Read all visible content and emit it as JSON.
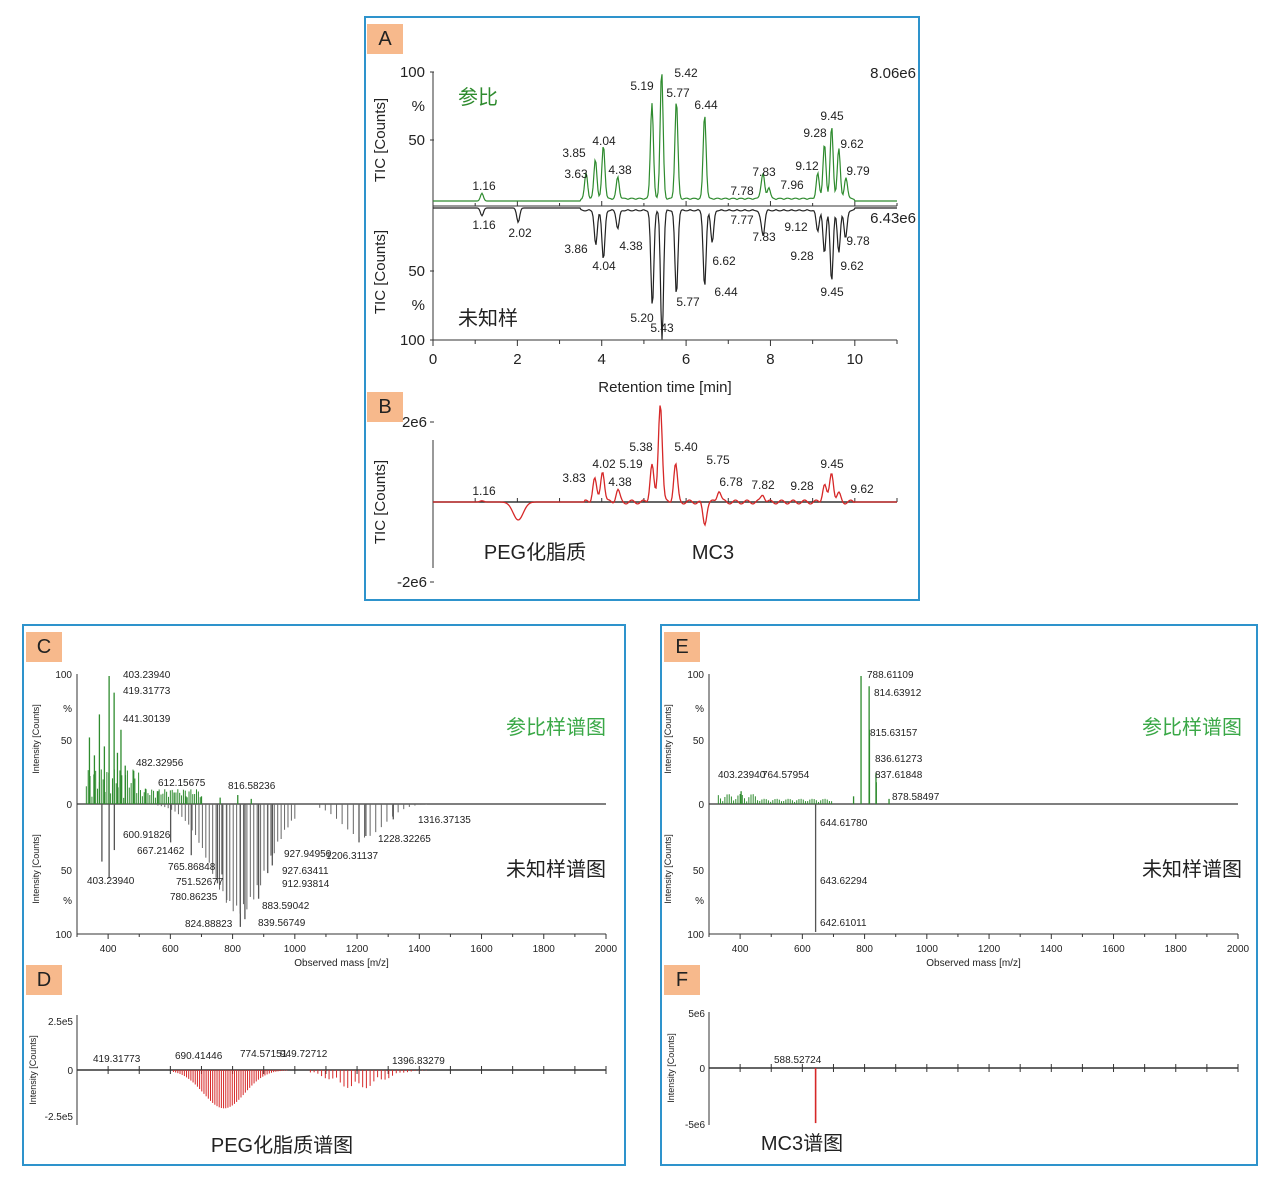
{
  "panel_labels": {
    "A": "A",
    "B": "B",
    "C": "C",
    "D": "D",
    "E": "E",
    "F": "F"
  },
  "colors": {
    "reference": "#2e8b2e",
    "sample": "#222222",
    "difference": "#d62828",
    "frame": "#2e93cc",
    "label_bg": "#f7b98c",
    "reference_text": "#3aa847"
  },
  "chart_data": [
    {
      "id": "A",
      "type": "line",
      "mirror": true,
      "xlabel": "Retention time [min]",
      "xlim": [
        0,
        11
      ],
      "xticks": [
        "0",
        "2",
        "4",
        "6",
        "8",
        "10"
      ],
      "ylabel_top": "TIC [Counts]",
      "ylabel_bottom": "TIC [Counts]",
      "yticks_top": [
        "100",
        "%",
        "50"
      ],
      "yticks_bottom": [
        "50",
        "%",
        "100"
      ],
      "series_top": {
        "name": "参比",
        "max_label": "8.06e6",
        "peaks": [
          [
            1.16,
            6
          ],
          [
            3.63,
            20
          ],
          [
            3.85,
            31
          ],
          [
            4.04,
            42
          ],
          [
            4.38,
            17
          ],
          [
            5.19,
            75
          ],
          [
            5.42,
            100
          ],
          [
            5.77,
            77
          ],
          [
            6.44,
            66
          ],
          [
            7.78,
            6
          ],
          [
            7.83,
            17
          ],
          [
            7.96,
            9
          ],
          [
            9.12,
            20
          ],
          [
            9.28,
            43
          ],
          [
            9.45,
            57
          ],
          [
            9.62,
            40
          ],
          [
            9.79,
            17
          ]
        ]
      },
      "series_bottom": {
        "name": "未知样",
        "max_label": "6.43e6",
        "peaks": [
          [
            1.16,
            6
          ],
          [
            2.02,
            11
          ],
          [
            3.86,
            27
          ],
          [
            4.04,
            38
          ],
          [
            4.38,
            14
          ],
          [
            5.2,
            74
          ],
          [
            5.43,
            99
          ],
          [
            5.77,
            65
          ],
          [
            6.44,
            59
          ],
          [
            6.62,
            25
          ],
          [
            7.77,
            5
          ],
          [
            7.83,
            18
          ],
          [
            9.12,
            16
          ],
          [
            9.28,
            33
          ],
          [
            9.45,
            55
          ],
          [
            9.62,
            33
          ],
          [
            9.78,
            22
          ]
        ]
      }
    },
    {
      "id": "B",
      "type": "line",
      "title": "",
      "ylabel": "TIC [Counts]",
      "yticks": [
        "2e6",
        "-2e6"
      ],
      "xlim": [
        0,
        11
      ],
      "annotations": [
        "PEG化脂质",
        "MC3"
      ],
      "peaks": [
        [
          1.16,
          0.03
        ],
        [
          2.02,
          -0.45
        ],
        [
          3.83,
          0.6
        ],
        [
          4.02,
          0.8
        ],
        [
          4.38,
          0.3
        ],
        [
          5.19,
          0.95
        ],
        [
          5.38,
          1.45
        ],
        [
          5.4,
          1.1
        ],
        [
          5.75,
          0.95
        ],
        [
          6.44,
          -0.55
        ],
        [
          6.78,
          0.3
        ],
        [
          7.82,
          0.2
        ],
        [
          9.28,
          0.45
        ],
        [
          9.45,
          0.75
        ],
        [
          9.62,
          0.2
        ]
      ]
    },
    {
      "id": "C",
      "type": "bar",
      "mirror": true,
      "xlabel": "Observed mass [m/z]",
      "xlim": [
        300,
        2000
      ],
      "xticks": [
        "400",
        "600",
        "800",
        "1000",
        "1200",
        "1400",
        "1600",
        "1800",
        "2000"
      ],
      "ylabel": "Intensity [Counts]",
      "yticks_top": [
        "100",
        "%",
        "50",
        "0"
      ],
      "yticks_bottom": [
        "50",
        "%",
        "100"
      ],
      "legend_top": "参比样谱图",
      "legend_bottom": "未知样谱图",
      "top_labels": [
        "403.23940",
        "419.31773",
        "441.30139",
        "482.32956",
        "612.15675",
        "816.58236"
      ],
      "top_peaks": [
        [
          403.2,
          100
        ],
        [
          419.3,
          87
        ],
        [
          441.3,
          58
        ],
        [
          482.3,
          26
        ],
        [
          612.2,
          9
        ],
        [
          816.6,
          7
        ],
        [
          340,
          52
        ],
        [
          356,
          38
        ],
        [
          372,
          70
        ],
        [
          388,
          45
        ],
        [
          430,
          40
        ],
        [
          455,
          30
        ],
        [
          520,
          12
        ],
        [
          560,
          10
        ],
        [
          650,
          6
        ],
        [
          700,
          6
        ],
        [
          760,
          5
        ],
        [
          860,
          4
        ]
      ],
      "bottom_labels": [
        "600.91826",
        "667.21462",
        "765.86848",
        "751.52677",
        "780.86235",
        "824.88823",
        "839.56749",
        "883.59042",
        "912.93814",
        "927.63411",
        "927.94950",
        "1206.31137",
        "1228.32265",
        "1316.37135",
        "403.23940"
      ],
      "bottom_peaks": [
        [
          403.2,
          58
        ],
        [
          600.9,
          30
        ],
        [
          667.2,
          40
        ],
        [
          751.5,
          62
        ],
        [
          765.9,
          55
        ],
        [
          780.9,
          75
        ],
        [
          824.9,
          96
        ],
        [
          839.6,
          90
        ],
        [
          883.6,
          74
        ],
        [
          912.9,
          54
        ],
        [
          927.6,
          48
        ],
        [
          927.9,
          40
        ],
        [
          1206.3,
          30
        ],
        [
          1228.3,
          25
        ],
        [
          1316.4,
          12
        ],
        [
          380,
          45
        ],
        [
          420,
          36
        ]
      ]
    },
    {
      "id": "D",
      "type": "bar",
      "ylabel": "Intensity [Counts]",
      "yticks": [
        "2.5e5",
        "0",
        "-2.5e5"
      ],
      "xlim": [
        300,
        2000
      ],
      "annotation": "PEG化脂质谱图",
      "labels": [
        "419.31773",
        "690.41446",
        "774.57151",
        "949.72712",
        "1396.83279"
      ],
      "peaks": [
        [
          419.3,
          0.03
        ],
        [
          690.4,
          0.35
        ],
        [
          774.6,
          0.95
        ],
        [
          949.7,
          0.3
        ],
        [
          1396.8,
          0.1
        ]
      ]
    },
    {
      "id": "E",
      "type": "bar",
      "mirror": true,
      "xlabel": "Observed mass [m/z]",
      "xlim": [
        300,
        2000
      ],
      "xticks": [
        "400",
        "600",
        "800",
        "1000",
        "1200",
        "1400",
        "1600",
        "1800",
        "2000"
      ],
      "ylabel": "Intensity [Counts]",
      "yticks_top": [
        "100",
        "%",
        "50",
        "0"
      ],
      "yticks_bottom": [
        "50",
        "%",
        "100"
      ],
      "legend_top": "参比样谱图",
      "legend_bottom": "未知样谱图",
      "top_labels": [
        "788.61109",
        "814.63912",
        "815.63157",
        "836.61273",
        "837.61848",
        "764.57954",
        "403.23940",
        "878.58497"
      ],
      "top_peaks": [
        [
          788.6,
          100
        ],
        [
          814.6,
          92
        ],
        [
          815.6,
          58
        ],
        [
          836.6,
          24
        ],
        [
          837.6,
          17
        ],
        [
          764.6,
          6
        ],
        [
          403.2,
          10
        ],
        [
          878.6,
          4
        ]
      ],
      "bottom_labels": [
        "644.61780",
        "643.62294",
        "642.61011"
      ],
      "bottom_peaks": [
        [
          642.6,
          100
        ]
      ]
    },
    {
      "id": "F",
      "type": "bar",
      "ylabel": "Intensity [Counts]",
      "yticks": [
        "5e6",
        "0",
        "-5e6"
      ],
      "xlim": [
        300,
        2000
      ],
      "annotation": "MC3谱图",
      "labels": [
        "588.52724"
      ],
      "peaks": [
        [
          642.6,
          -0.95
        ]
      ]
    }
  ]
}
